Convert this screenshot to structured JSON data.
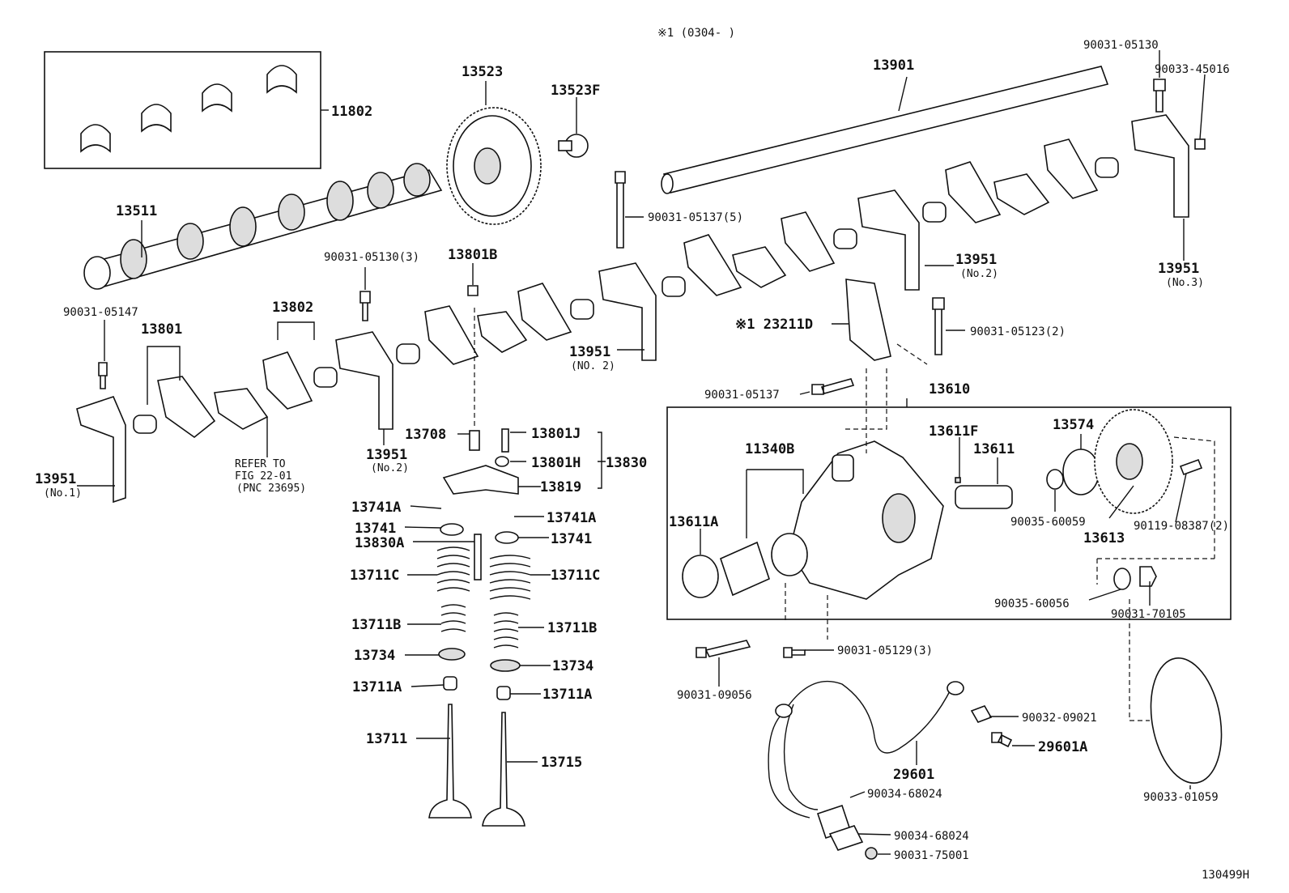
{
  "header": {
    "note": "※1 (0304-      )"
  },
  "footer": {
    "figure_id": "130499H"
  },
  "labels": {
    "l11802": "11802",
    "l13523": "13523",
    "l13523F": "13523F",
    "l13901": "13901",
    "l90031_05130": "90031-05130",
    "l90033_45016": "90033-45016",
    "l13511": "13511",
    "l90031_05137_5": "90031-05137(5)",
    "l90031_05130_3": "90031-05130(3)",
    "l13801B": "13801B",
    "l13951_no2_right": "13951",
    "l13951_no2_right_sub": "(No.2)",
    "l13951_no3": "13951",
    "l13951_no3_sub": "(No.3)",
    "l90031_05147": "90031-05147",
    "l13802": "13802",
    "l13801": "13801",
    "l23211D": "※1 23211D",
    "l90031_05123_2": "90031-05123(2)",
    "l13951_no2_mid": "13951",
    "l13951_no2_mid_sub": "(NO. 2)",
    "l90031_05137": "90031-05137",
    "l13610": "13610",
    "refer1": "REFER TO",
    "refer2": "FIG 22-01",
    "refer3": "(PNC 23695)",
    "l13708": "13708",
    "l13801J": "13801J",
    "l13801H": "13801H",
    "l13830": "13830",
    "l13951_no2_left": "13951",
    "l13951_no2_left_sub": "(No.2)",
    "l13951_no1": "13951",
    "l13951_no1_sub": "(No.1)",
    "l13819": "13819",
    "l13741A_left": "13741A",
    "l13741A_right": "13741A",
    "l13741_left": "13741",
    "l13741_right": "13741",
    "l13830A": "13830A",
    "l13711C_left": "13711C",
    "l13711C_right": "13711C",
    "l13711B_left": "13711B",
    "l13711B_right": "13711B",
    "l13734_left": "13734",
    "l13734_right": "13734",
    "l13711A_left": "13711A",
    "l13711A_right": "13711A",
    "l13711": "13711",
    "l13715": "13715",
    "l11340B": "11340B",
    "l13611F": "13611F",
    "l13611": "13611",
    "l13574": "13574",
    "l13611A": "13611A",
    "l90035_60059": "90035-60059",
    "l13613": "13613",
    "l90119_08387_2": "90119-08387(2)",
    "l90035_60056": "90035-60056",
    "l90031_70105": "90031-70105",
    "l90031_05129_3": "90031-05129(3)",
    "l90031_09056": "90031-09056",
    "l90032_09021": "90032-09021",
    "l29601A": "29601A",
    "l29601": "29601",
    "l90034_68024_a": "90034-68024",
    "l90034_68024_b": "90034-68024",
    "l90031_75001": "90031-75001",
    "l90033_01059": "90033-01059"
  }
}
